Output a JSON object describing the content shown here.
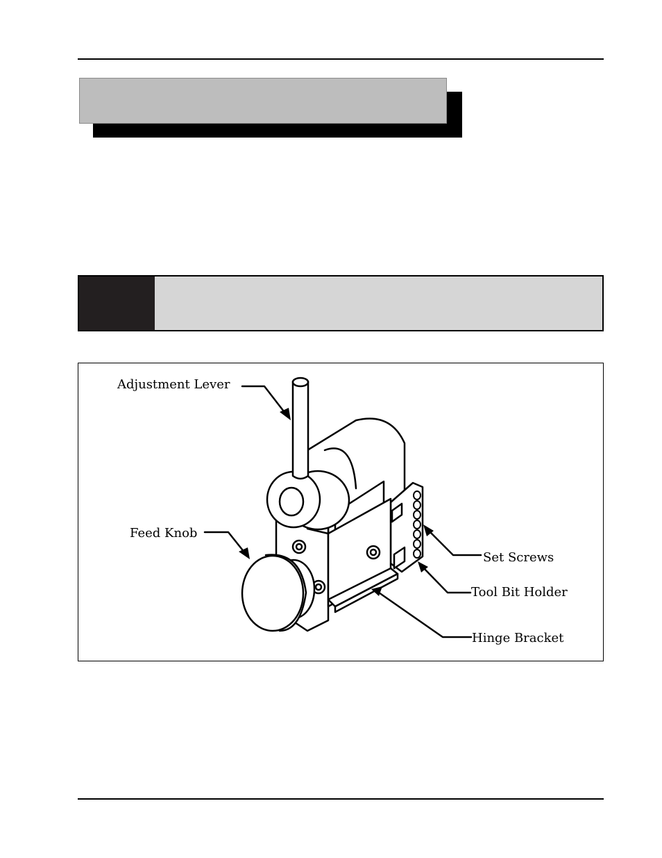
{
  "figure": {
    "labels": {
      "adjustment_lever": "Adjustment Lever",
      "feed_knob": "Feed Knob",
      "set_screws": "Set Screws",
      "tool_bit_holder": "Tool Bit Holder",
      "hinge_bracket": "Hinge Bracket"
    }
  }
}
